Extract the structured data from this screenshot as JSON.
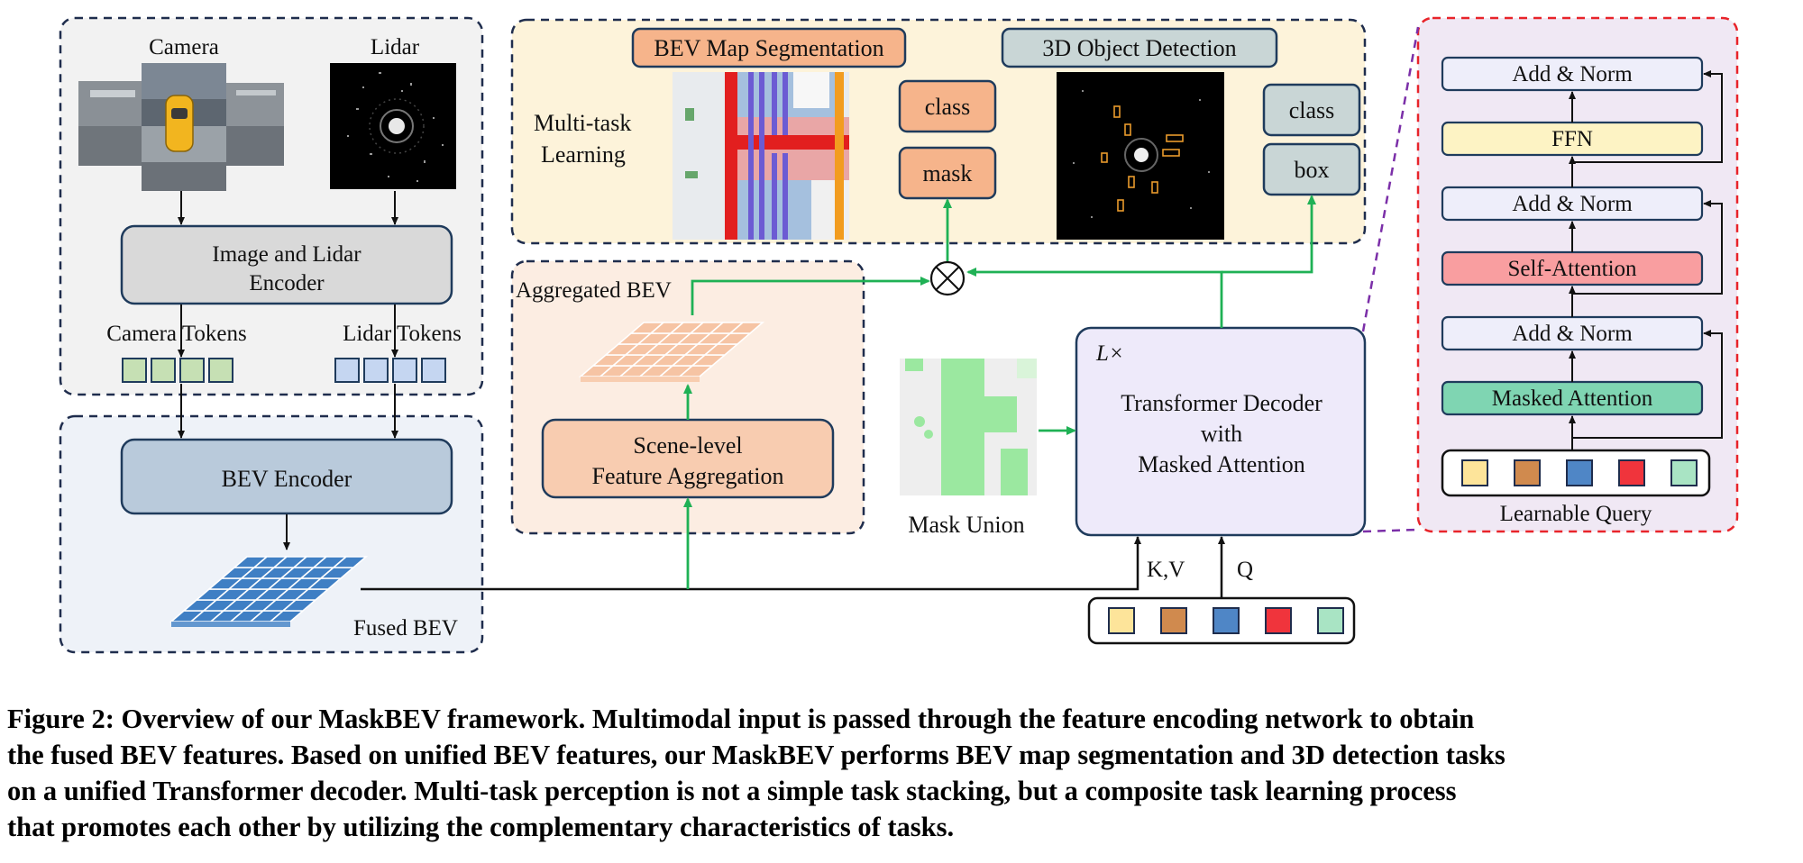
{
  "encoder_panel": {
    "camera_label": "Camera",
    "lidar_label": "Lidar",
    "encoder_line1": "Image and Lidar",
    "encoder_line2": "Encoder",
    "camera_tokens_label": "Camera Tokens",
    "lidar_tokens_label": "Lidar Tokens",
    "camera_token_color": "#c6e0b4",
    "lidar_token_color": "#c5d6f1"
  },
  "bev_panel": {
    "bev_encoder_label": "BEV Encoder",
    "fused_bev_label": "Fused BEV",
    "grid_color": "#3f7fc4"
  },
  "multitask_panel": {
    "label_line1": "Multi-task",
    "label_line2": "Learning",
    "seg_title": "BEV Map Segmentation",
    "det_title": "3D Object Detection",
    "seg_outputs": [
      "class",
      "mask"
    ],
    "det_outputs": [
      "class",
      "box"
    ],
    "seg_color": "#f6b48b",
    "det_color": "#c9d6d6"
  },
  "aggregated_panel": {
    "title": "Aggregated BEV",
    "module_line1": "Scene-level",
    "module_line2": "Feature Aggregation",
    "grid_color": "#f6c4a4"
  },
  "mask_union": {
    "label": "Mask Union",
    "color": "#00b050"
  },
  "decoder": {
    "repeat_label": "L×",
    "line1": "Transformer Decoder",
    "line2": "with",
    "line3": "Masked Attention",
    "kv_label": "K,V",
    "q_label": "Q",
    "query_colors": [
      "#fde49a",
      "#d08a4e",
      "#4f86c6",
      "#f0343c",
      "#a9e4c4"
    ]
  },
  "decoder_detail": {
    "layers": [
      "Add & Norm",
      "FFN",
      "Add & Norm",
      "Self-Attention",
      "Add & Norm",
      "Masked Attention"
    ],
    "layer_colors": [
      "#eeeefa",
      "#fdf3c4",
      "#eeeefa",
      "#f99ea0",
      "#eeeefa",
      "#7fd5b2"
    ],
    "query_label": "Learnable Query",
    "query_colors": [
      "#fde49a",
      "#d08a4e",
      "#4f86c6",
      "#f0343c",
      "#a9e4c4"
    ]
  },
  "caption": {
    "lines": [
      "Figure 2: Overview of our MaskBEV framework. Multimodal input is passed through the feature encoding network to obtain",
      "the fused BEV features. Based on unified BEV features, our MaskBEV performs BEV map segmentation and 3D detection tasks",
      "on a unified Transformer decoder. Multi-task perception is not a simple task stacking, but a composite task learning process",
      "that promotes each other by utilizing the complementary characteristics of tasks."
    ]
  }
}
